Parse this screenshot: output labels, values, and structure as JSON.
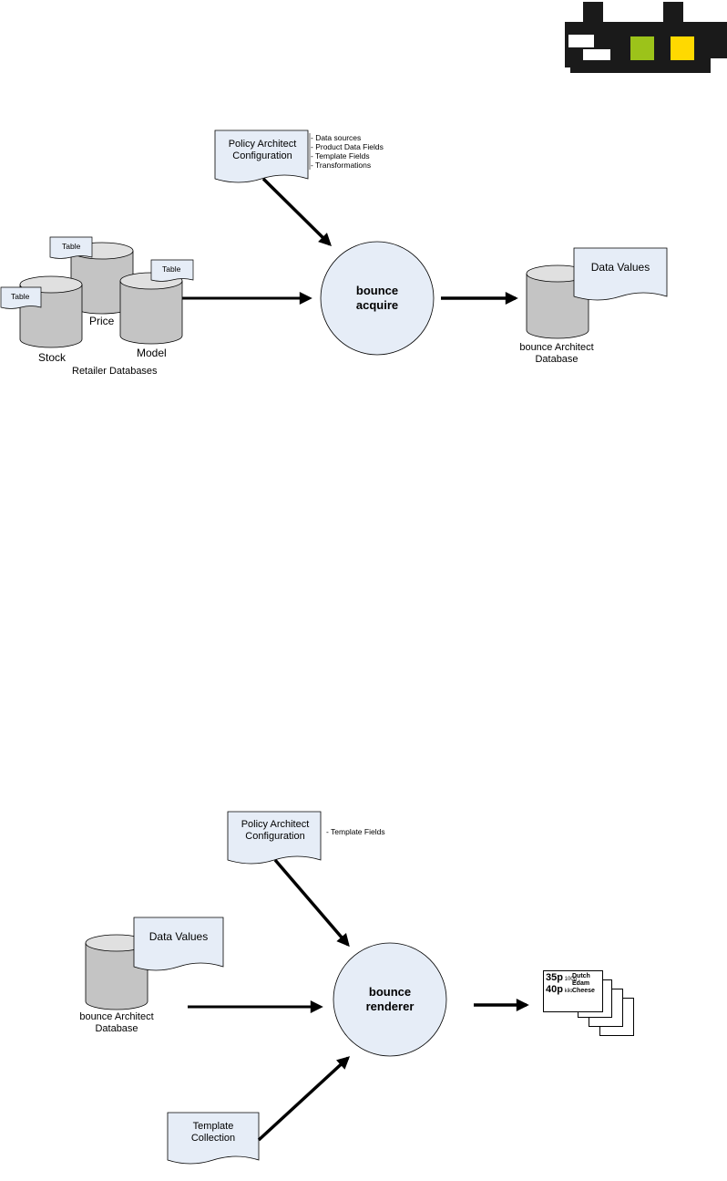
{
  "colors": {
    "doc_fill": "#e6edf7",
    "cylinder": "#c4c4c4",
    "circle": "#e6edf7",
    "logo_dark": "#1a1a1a",
    "logo_green": "#9cc31a",
    "logo_yellow": "#ffd900"
  },
  "top": {
    "policy_doc": {
      "line1": "Policy Architect",
      "line2": "Configuration"
    },
    "config_items": [
      "- Data sources",
      "- Product Data Fields",
      "- Template Fields",
      "- Transformations"
    ],
    "tables": [
      "Table",
      "Table",
      "Table"
    ],
    "db_labels": {
      "price": "Price",
      "stock": "Stock",
      "model": "Model"
    },
    "retailer_label": "Retailer Databases",
    "process": {
      "line1": "bounce",
      "line2": "acquire"
    },
    "data_values": "Data Values",
    "output_db": {
      "line1": "bounce Architect",
      "line2": "Database"
    }
  },
  "bottom": {
    "policy_doc": {
      "line1": "Policy Architect",
      "line2": "Configuration"
    },
    "config_items": [
      "- Template Fields"
    ],
    "data_values": "Data Values",
    "input_db": {
      "line1": "bounce Architect",
      "line2": "Database"
    },
    "process": {
      "line1": "bounce",
      "line2": "renderer"
    },
    "template_doc": {
      "line1": "Template",
      "line2": "Collection"
    },
    "ticket": {
      "price1": "35p",
      "unit1": "100g",
      "price2": "40p",
      "unit2": "kilo",
      "name1": "Dutch",
      "name2": "Edam",
      "name3": "Cheese"
    }
  }
}
